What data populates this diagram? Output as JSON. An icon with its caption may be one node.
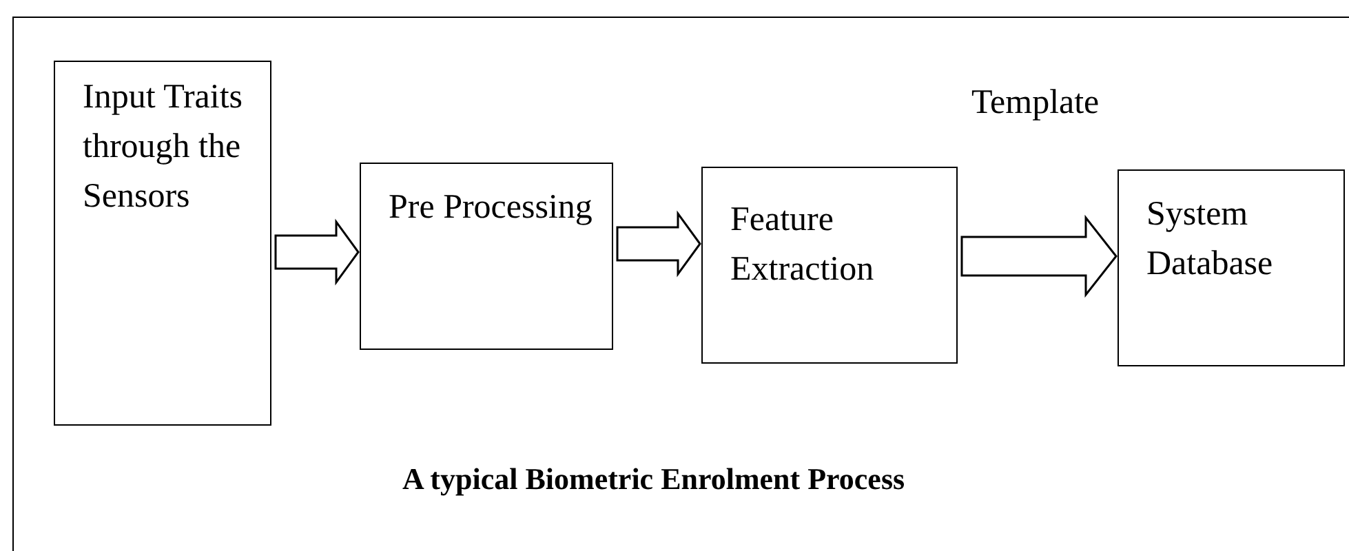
{
  "diagram": {
    "caption": "A typical Biometric Enrolment Process",
    "nodes": [
      {
        "text": [
          "Input Traits through the Sensors"
        ]
      },
      {
        "text": [
          "Pre Processing"
        ]
      },
      {
        "text": [
          "Feature Extraction"
        ]
      },
      {
        "text": [
          "System Database"
        ]
      }
    ],
    "edges": [
      {
        "from": 0,
        "to": 1,
        "arrow": "to"
      },
      {
        "from": 1,
        "to": 2,
        "arrow": "to"
      },
      {
        "from": 2,
        "to": 3,
        "arrow": "to",
        "label": "Template"
      }
    ]
  }
}
